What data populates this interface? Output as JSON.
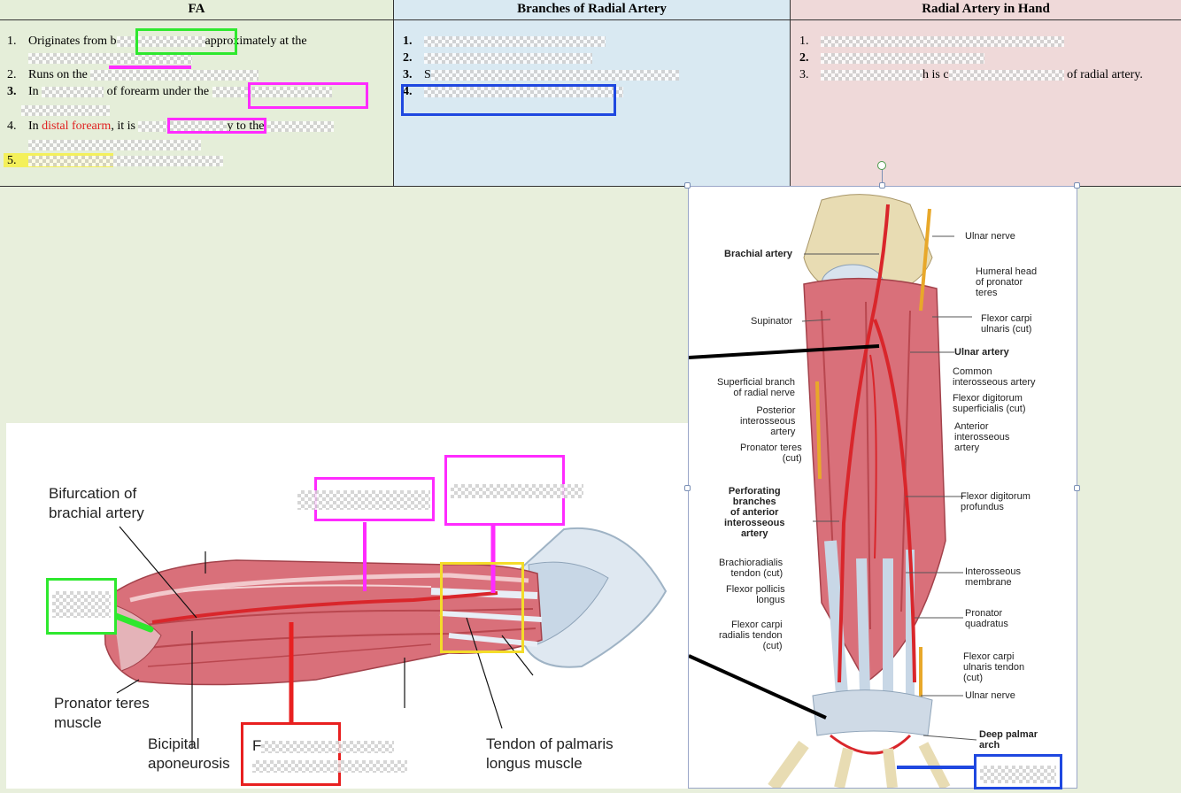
{
  "table": {
    "col1": {
      "header": "FA",
      "rows": [
        {
          "num": "1.",
          "pre": "Originates from b",
          "post": "approximately  at the"
        },
        {
          "num": "2.",
          "pre": "Runs on the"
        },
        {
          "num": "3.",
          "pre": "In",
          "mid": "of forearm under the"
        },
        {
          "num": "4.",
          "pre": "In",
          "red": "distal forearm",
          "mid": ", it is",
          "post": "y to the"
        },
        {
          "num": "5."
        }
      ]
    },
    "col2": {
      "header": "Branches of Radial Artery",
      "rows": [
        {
          "num": "1."
        },
        {
          "num": "2."
        },
        {
          "num": "3.",
          "pre": "S"
        },
        {
          "num": "4."
        }
      ]
    },
    "col3": {
      "header": "Radial Artery in Hand",
      "rows": [
        {
          "num": "1."
        },
        {
          "num": "2."
        },
        {
          "num": "3.",
          "mid": "h is c",
          "post": "of radial artery."
        }
      ]
    }
  },
  "image1": {
    "labels": {
      "bifurcation": "Bifurcation of\nbrachial artery",
      "pronator": "Pronator teres\nmuscle",
      "bicipital": "Bicipital\naponeurosis",
      "f_label": "F",
      "tendon": "Tendon of palmaris\nlongus muscle"
    }
  },
  "image2": {
    "labels": {
      "ulnar_nerve_top": "Ulnar nerve",
      "brachial": "Brachial artery",
      "humeral": "Humeral head\nof pronator\nteres",
      "supinator": "Supinator",
      "fcu": "Flexor carpi\nulnaris (cut)",
      "ulnar_artery": "Ulnar artery",
      "common_inter": "Common\ninterosseous artery",
      "superficial_branch": "Superficial branch\nof radial nerve",
      "fds": "Flexor digitorum\nsuperficialis (cut)",
      "posterior_inter": "Posterior\ninterosseous\nartery",
      "anterior_inter": "Anterior\ninterosseous\nartery",
      "pronator_teres_cut": "Pronator teres\n(cut)",
      "perforating": "Perforating\nbranches\nof anterior\ninterosseous\nartery",
      "fdp": "Flexor digitorum\nprofundus",
      "brachioradialis": "Brachioradialis\ntendon (cut)",
      "fpl": "Flexor pollicis\nlongus",
      "interosseous_membrane": "Interosseous\nmembrane",
      "pronator_quadratus": "Pronator\nquadratus",
      "fcr": "Flexor carpi\nradialis tendon\n(cut)",
      "fcu_tendon": "Flexor carpi\nulnaris tendon\n(cut)",
      "ulnar_nerve_bottom": "Ulnar nerve",
      "deep_palmar": "Deep palmar\narch"
    }
  },
  "colors": {
    "green": "#2ee82e",
    "magenta": "#ff2bff",
    "blue": "#1f48e0",
    "red": "#e82020",
    "yellow": "#f4dc2a",
    "artery": "#d9262b",
    "muscle": "#d9707a"
  }
}
